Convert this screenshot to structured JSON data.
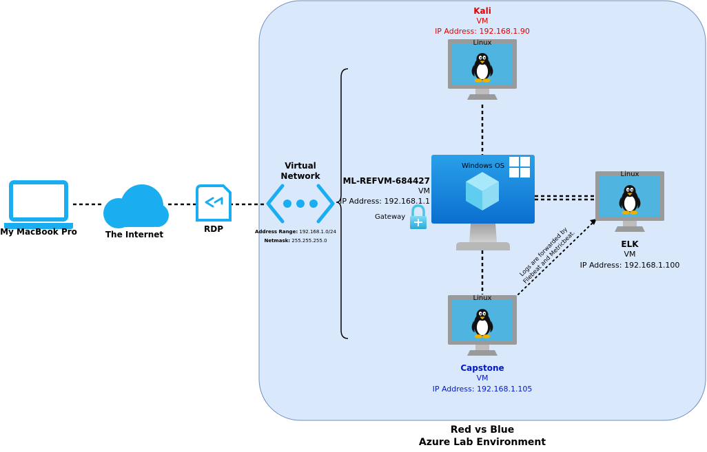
{
  "nodes": {
    "macbook": {
      "label": "My MacBook Pro"
    },
    "internet": {
      "label": "The Internet"
    },
    "rdp": {
      "label": "RDP"
    },
    "vnet": {
      "title_line1": "Virtual",
      "title_line2": "Network",
      "range_label": "Address Range:",
      "range_value": "192.168.1.0/24",
      "netmask_label": "Netmask:",
      "netmask_value": "255.255.255.0"
    },
    "gateway_vm": {
      "name": "ML-REFVM-684427",
      "type": "VM",
      "ip": "IP Address: 192.168.1.1",
      "gateway_label": "Gateway",
      "os_label": "Windows OS"
    },
    "kali": {
      "name": "Kali",
      "type": "VM",
      "ip": "IP Address: 192.168.1.90",
      "os_label": "Linux"
    },
    "elk": {
      "name": "ELK",
      "type": "VM",
      "ip": "IP Address: 192.168.1.100",
      "os_label": "Linux"
    },
    "capstone": {
      "name": "Capstone",
      "type": "VM",
      "ip": "IP Address: 192.168.1.105",
      "os_label": "Linux"
    }
  },
  "annotations": {
    "logs_line1": "Logs are forwarded by",
    "logs_line2": "Filebeat and Metricbeat."
  },
  "footer": {
    "title_line1": "Red vs Blue",
    "title_line2": "Azure Lab Environment"
  },
  "colors": {
    "region_fill": "#dae8fc",
    "region_stroke": "#6c8ebf",
    "azure_cyan": "#00bcf2",
    "azure_blue": "#1490df",
    "kali_label": "#e00000",
    "capstone_label": "#0018c8"
  },
  "icons": {
    "macbook": "laptop-icon",
    "internet": "cloud-icon",
    "rdp": "rdp-icon",
    "vnet": "virtual-network-icon",
    "gateway": "lock-icon",
    "windows": "windows-logo-icon",
    "vm": "monitor-icon",
    "linux": "tux-penguin-icon"
  }
}
